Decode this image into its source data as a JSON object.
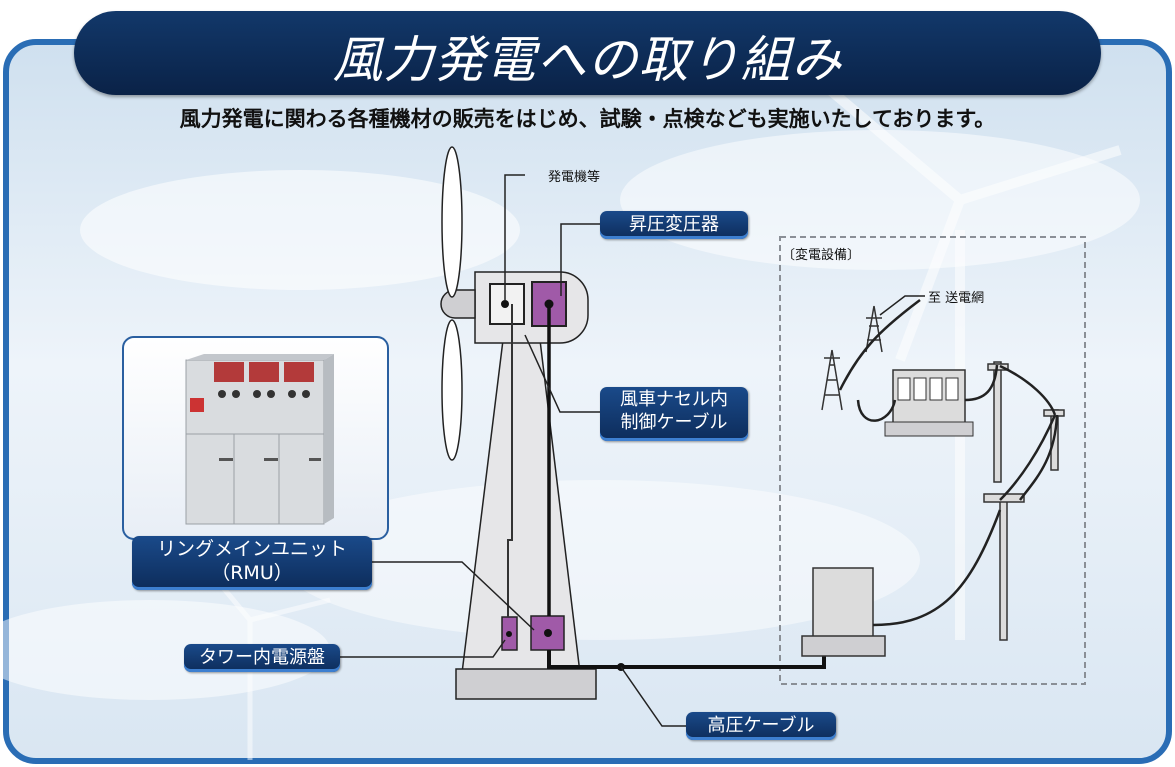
{
  "title": "風力発電への取り組み",
  "subtitle": "風力発電に関わる各種機材の販売をはじめ、試験・点検なども実施いたしております。",
  "labels": {
    "generator": "発電機等",
    "step_up_transformer": "昇圧変圧器",
    "nacelle_cable_line1": "風車ナセル内",
    "nacelle_cable_line2": "制御ケーブル",
    "rmu_line1": "リングメインユニット",
    "rmu_line2": "（RMU）",
    "tower_panel": "タワー内電源盤",
    "hv_cable": "高圧ケーブル",
    "substation": "〔変電設備〕",
    "to_grid": "至 送電網"
  },
  "colors": {
    "navy": "#0d2c5a",
    "label_accent": "#3d7fd0",
    "component_purple": "#a05aa8",
    "frame_blue": "#2a6db5"
  }
}
